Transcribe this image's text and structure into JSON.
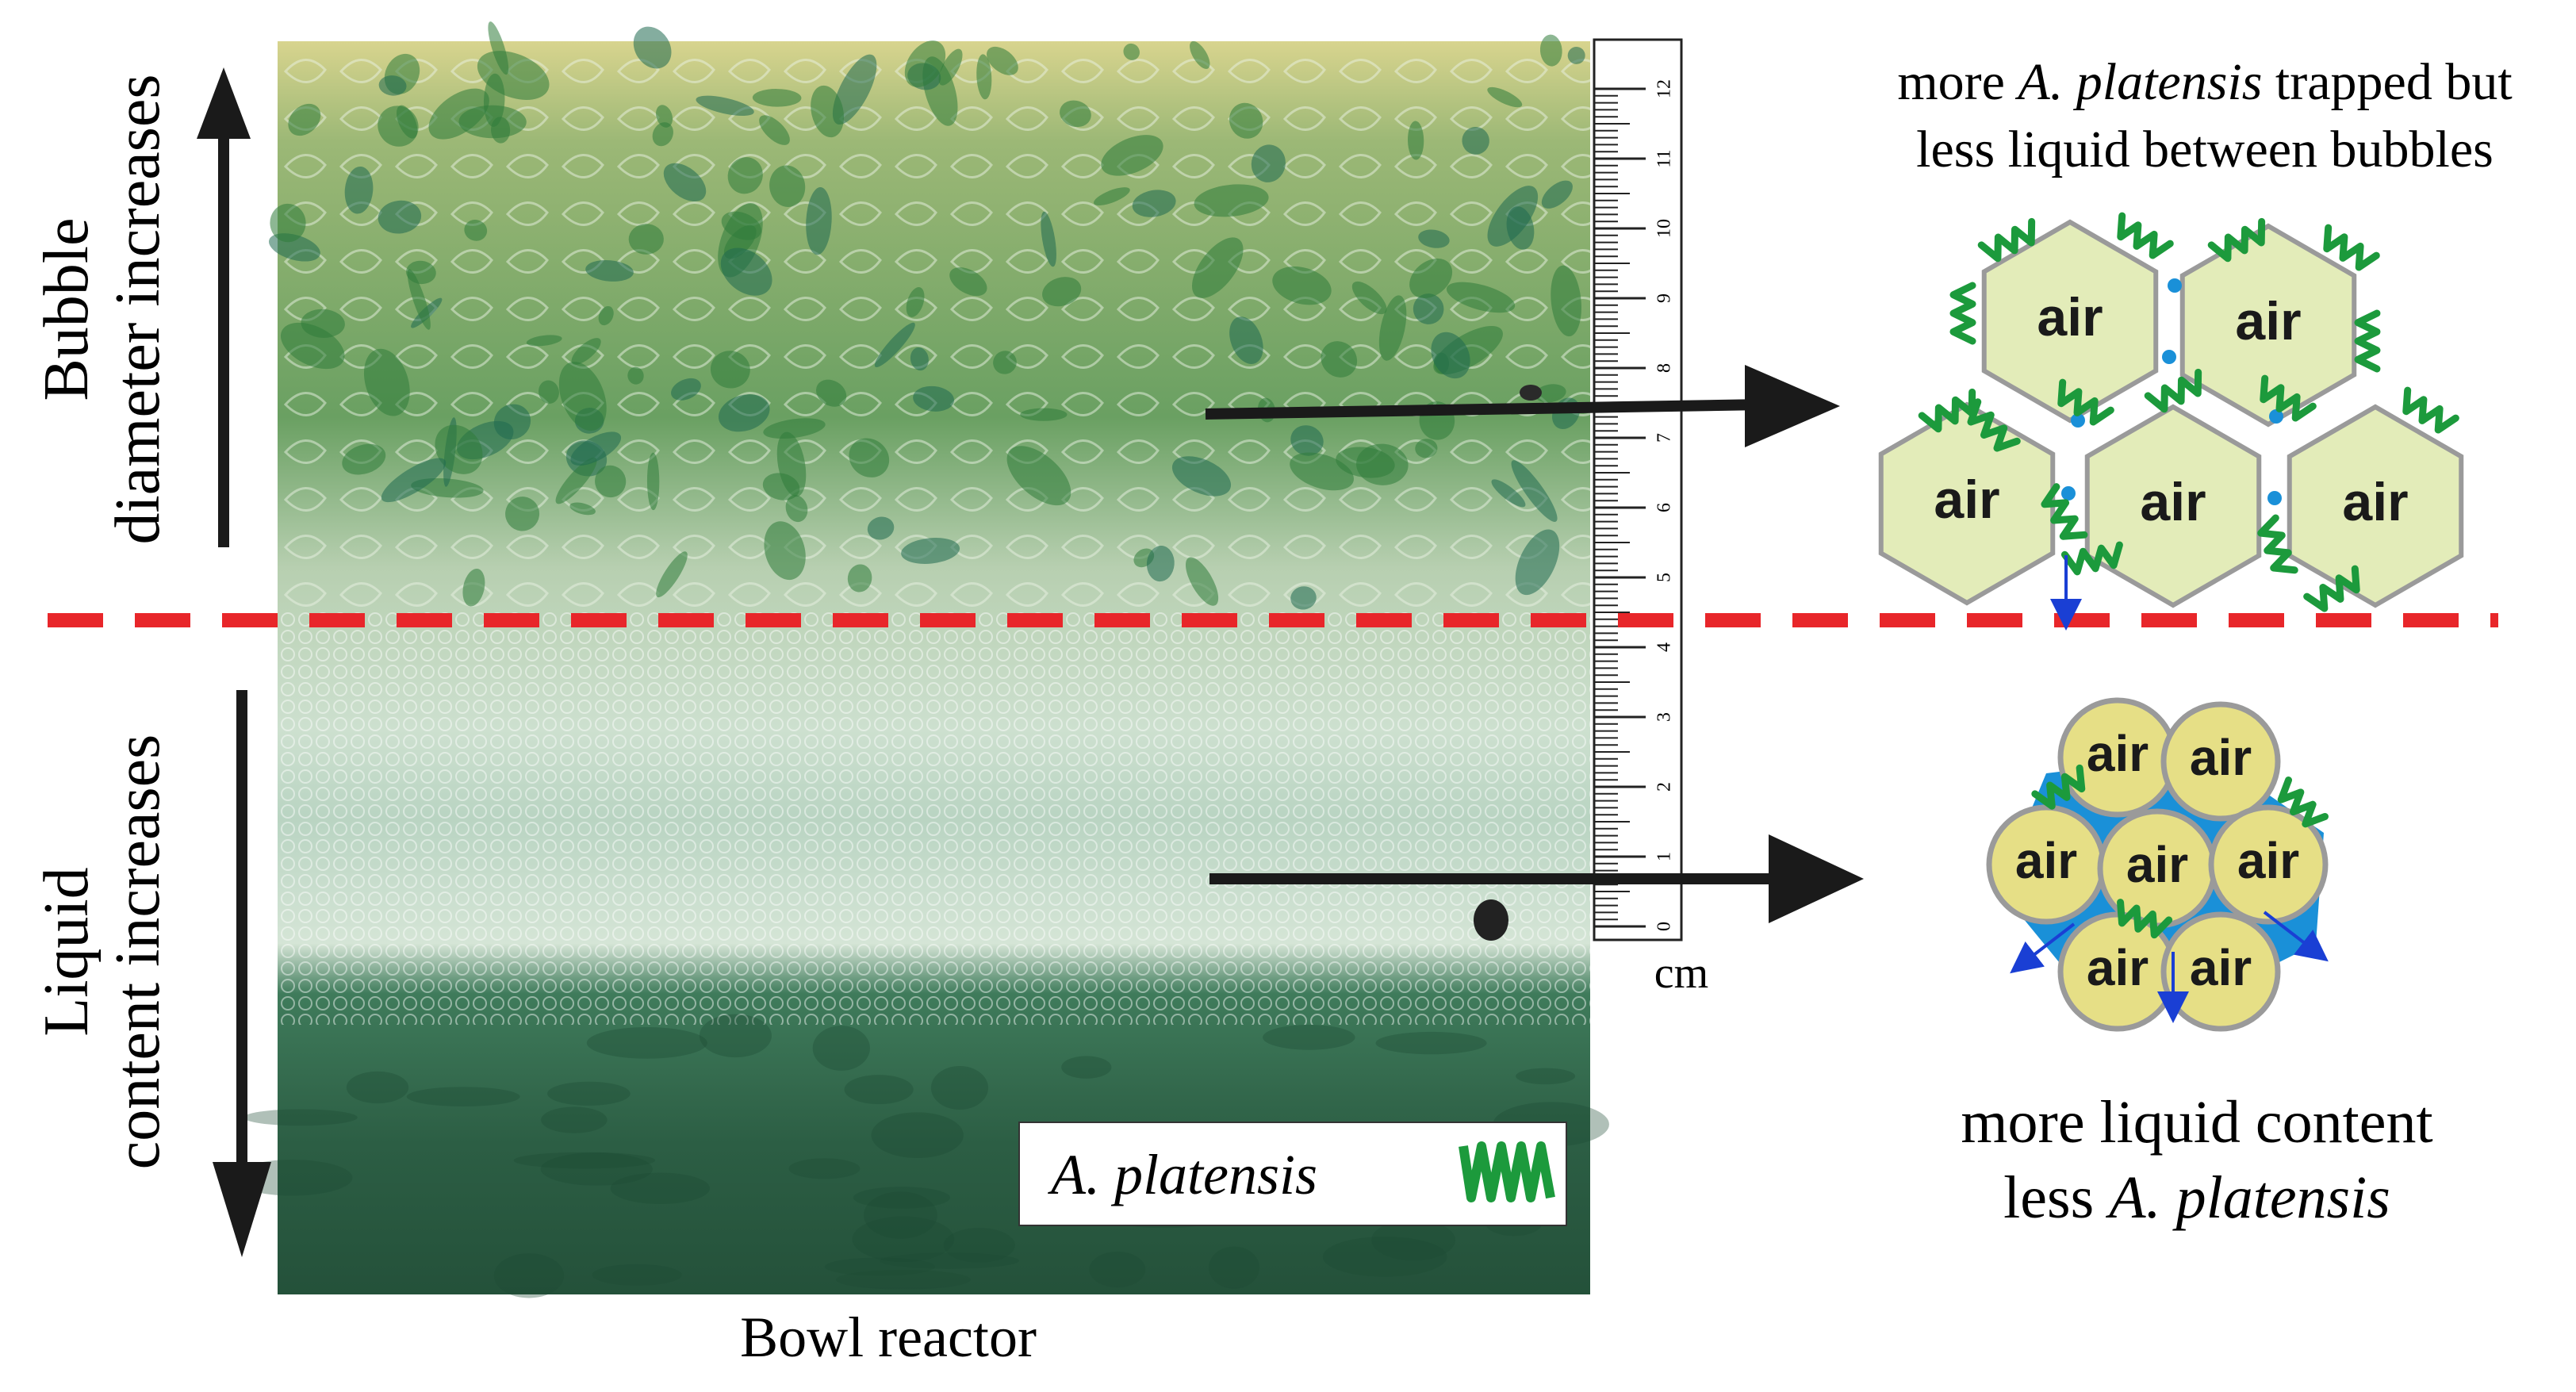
{
  "left_labels": {
    "top_line1": "Bubble",
    "top_line2": "diameter increases",
    "bottom_line1": "Liquid",
    "bottom_line2": "content increases"
  },
  "photo_caption": "Bowl reactor",
  "ruler": {
    "unit": "cm",
    "ticks": [
      "0",
      "1",
      "2",
      "3",
      "4",
      "5",
      "6",
      "7",
      "8",
      "9",
      "10",
      "11",
      "12"
    ]
  },
  "legend": {
    "label": "A. platensis"
  },
  "top_caption": {
    "line1_pre": "more ",
    "line1_italic": "A. platensis",
    "line1_post": " trapped but",
    "line2": "less liquid between bubbles"
  },
  "bottom_caption": {
    "line1": "more liquid content",
    "line2_pre": "less ",
    "line2_italic": "A. platensis"
  },
  "bubble_label": "air",
  "colors": {
    "divider": "#e8262a",
    "hex_fill": "#e3ecb9",
    "round_fill": "#e6df86",
    "liquid": "#1a90d8",
    "algae": "#1c9a3c",
    "arrow": "#1a1a1a",
    "drain": "#1a3fd4"
  }
}
